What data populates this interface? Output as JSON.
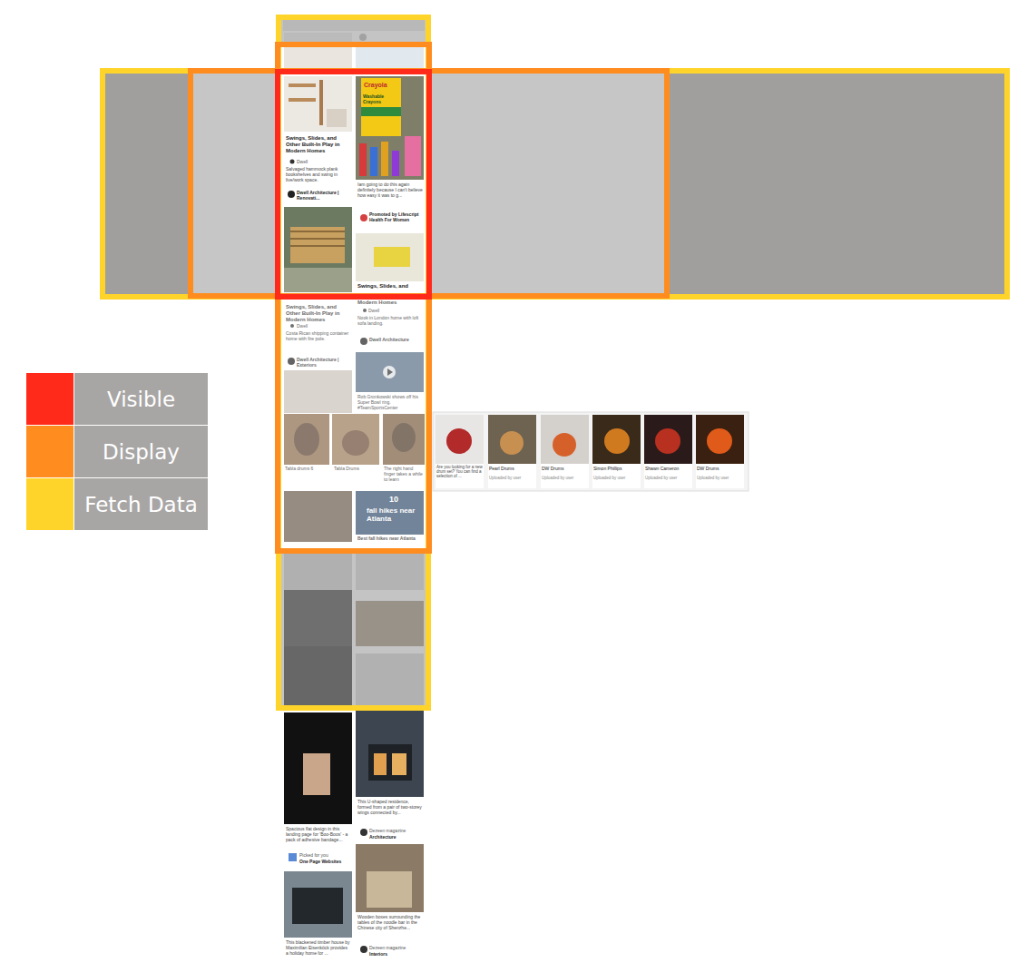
{
  "diagram": {
    "labels": [
      "Crayola",
      "Washable Crayons",
      "Swings, Slides, and Other Built-In Play in Modern Homes",
      "Dwell",
      "Salvaged hammock plank bookshelves and swing in live/work space.",
      "Dwell Architecture | Renovati...",
      "Iam going to do this again definitely because I can't believe how easy it was to g...",
      "Promoted by Lifescript Health For Women",
      "Swings, Slides, and",
      "Swings, Slides, and Other Built-In Play in Modern Homes",
      "Dwell",
      "Costa Rican shipping container home with fire pole.",
      "Dwell Architecture | Exteriors",
      "Modern Homes",
      "Dwell",
      "Nook in London home with loft sofa landing.",
      "Dwell Architecture",
      "Rob Gronkowski shows off his Super Bowl ring. #TeamSportsCenter",
      "Tabla drums 6",
      "Tabla Drums",
      "The right hand finger takes a while to learn",
      "Are you looking for a new drum set? You can find a selection of ...",
      "Pearl Drums",
      "Uploaded by user",
      "DW Drums",
      "Uploaded by user",
      "Simon Phillips",
      "Uploaded by user",
      "Shawn Cameron",
      "Uploaded by user",
      "DW Drums",
      "Uploaded by user",
      "10",
      "fall hikes near Atlanta",
      "Best fall hikes near Atlanta",
      "Spacious flat design in this landing page for 'Boo-Boos' - a pack of adhesive bandage...",
      "Picked for you",
      "One Page Websites",
      "This blackened timber house by Maximilian Eisenköck provides a holiday home for ...",
      "This U-shaped residence, formed from a pair of two-storey wings connected by...",
      "Dezeen magazine",
      "Architecture",
      "Wooden boxes surrounding the tables of the noodle bar in the Chinese city of Shenzhe...",
      "Dezeen magazine",
      "Interiors"
    ],
    "legend": [
      {
        "text": "Visible",
        "color": "#ff2a1a"
      },
      {
        "text": "Display",
        "color": "#ff8c1e"
      },
      {
        "text": "Fetch Data",
        "color": "#ffd42a"
      }
    ]
  }
}
